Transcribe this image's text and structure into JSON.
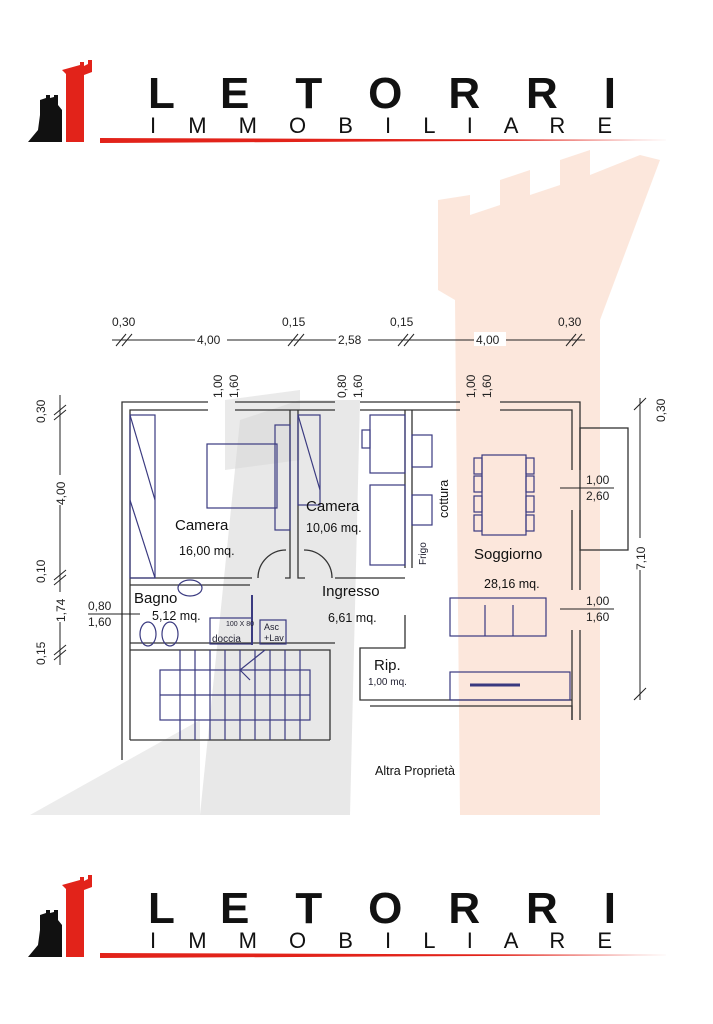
{
  "logo": {
    "title": "L E   T O R R I",
    "subtitle": "I M M O B I L I A R E",
    "brand_red": "#e2231a",
    "brand_black": "#111111"
  },
  "dimensions": {
    "top": [
      "0,30",
      "4,00",
      "0,15",
      "2,58",
      "0,15",
      "4,00",
      "0,30"
    ],
    "left": [
      "0,30",
      "4,00",
      "0,10",
      "1,74",
      "0,15"
    ],
    "right": [
      "0,30",
      "7,10"
    ],
    "windows": {
      "camera1": [
        "1,00",
        "1,60"
      ],
      "camera2": [
        "0,80",
        "1,60"
      ],
      "soggiorno_top": [
        "1,00",
        "1,60"
      ],
      "soggiorno_balcony": [
        "1,00",
        "2,60"
      ],
      "soggiorno_side": [
        "1,00",
        "1,60"
      ],
      "bagno": [
        "0,80",
        "1,60"
      ]
    }
  },
  "rooms": [
    {
      "name": "Camera",
      "area": "16,00 mq."
    },
    {
      "name": "Camera",
      "area": "10,06 mq."
    },
    {
      "name": "Soggiorno",
      "area": "28,16 mq."
    },
    {
      "name": "Ingresso",
      "area": "6,61 mq."
    },
    {
      "name": "Bagno",
      "area": "5,12 mq."
    },
    {
      "name": "Rip.",
      "area": "1,00 mq."
    }
  ],
  "labels": {
    "cottura": "cottura",
    "frigo": "Frigo",
    "doccia": "doccia",
    "shower_size": "100 X 80",
    "asc": "Asc",
    "lav": "+Lav",
    "other_property": "Altra Proprietà"
  }
}
